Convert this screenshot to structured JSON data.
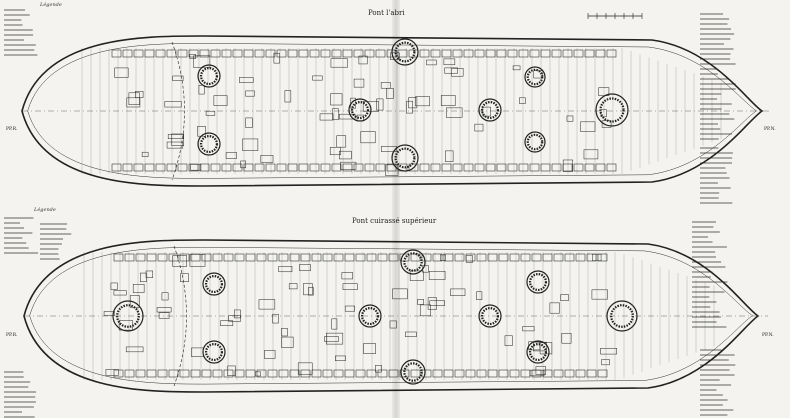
{
  "plans": {
    "upper": {
      "title": "Pont l'abri",
      "legend_heading": "Légende",
      "stern_mark": "PP.R.",
      "bow_mark": "PP.N."
    },
    "lower": {
      "title": "Pont cuirassé supérieur",
      "legend_heading": "Légende",
      "stern_mark": "PP.R.",
      "bow_mark": "PP.N."
    }
  },
  "colors": {
    "paper": "#f4f3ef",
    "ink": "#222222",
    "grid": "#444444"
  }
}
